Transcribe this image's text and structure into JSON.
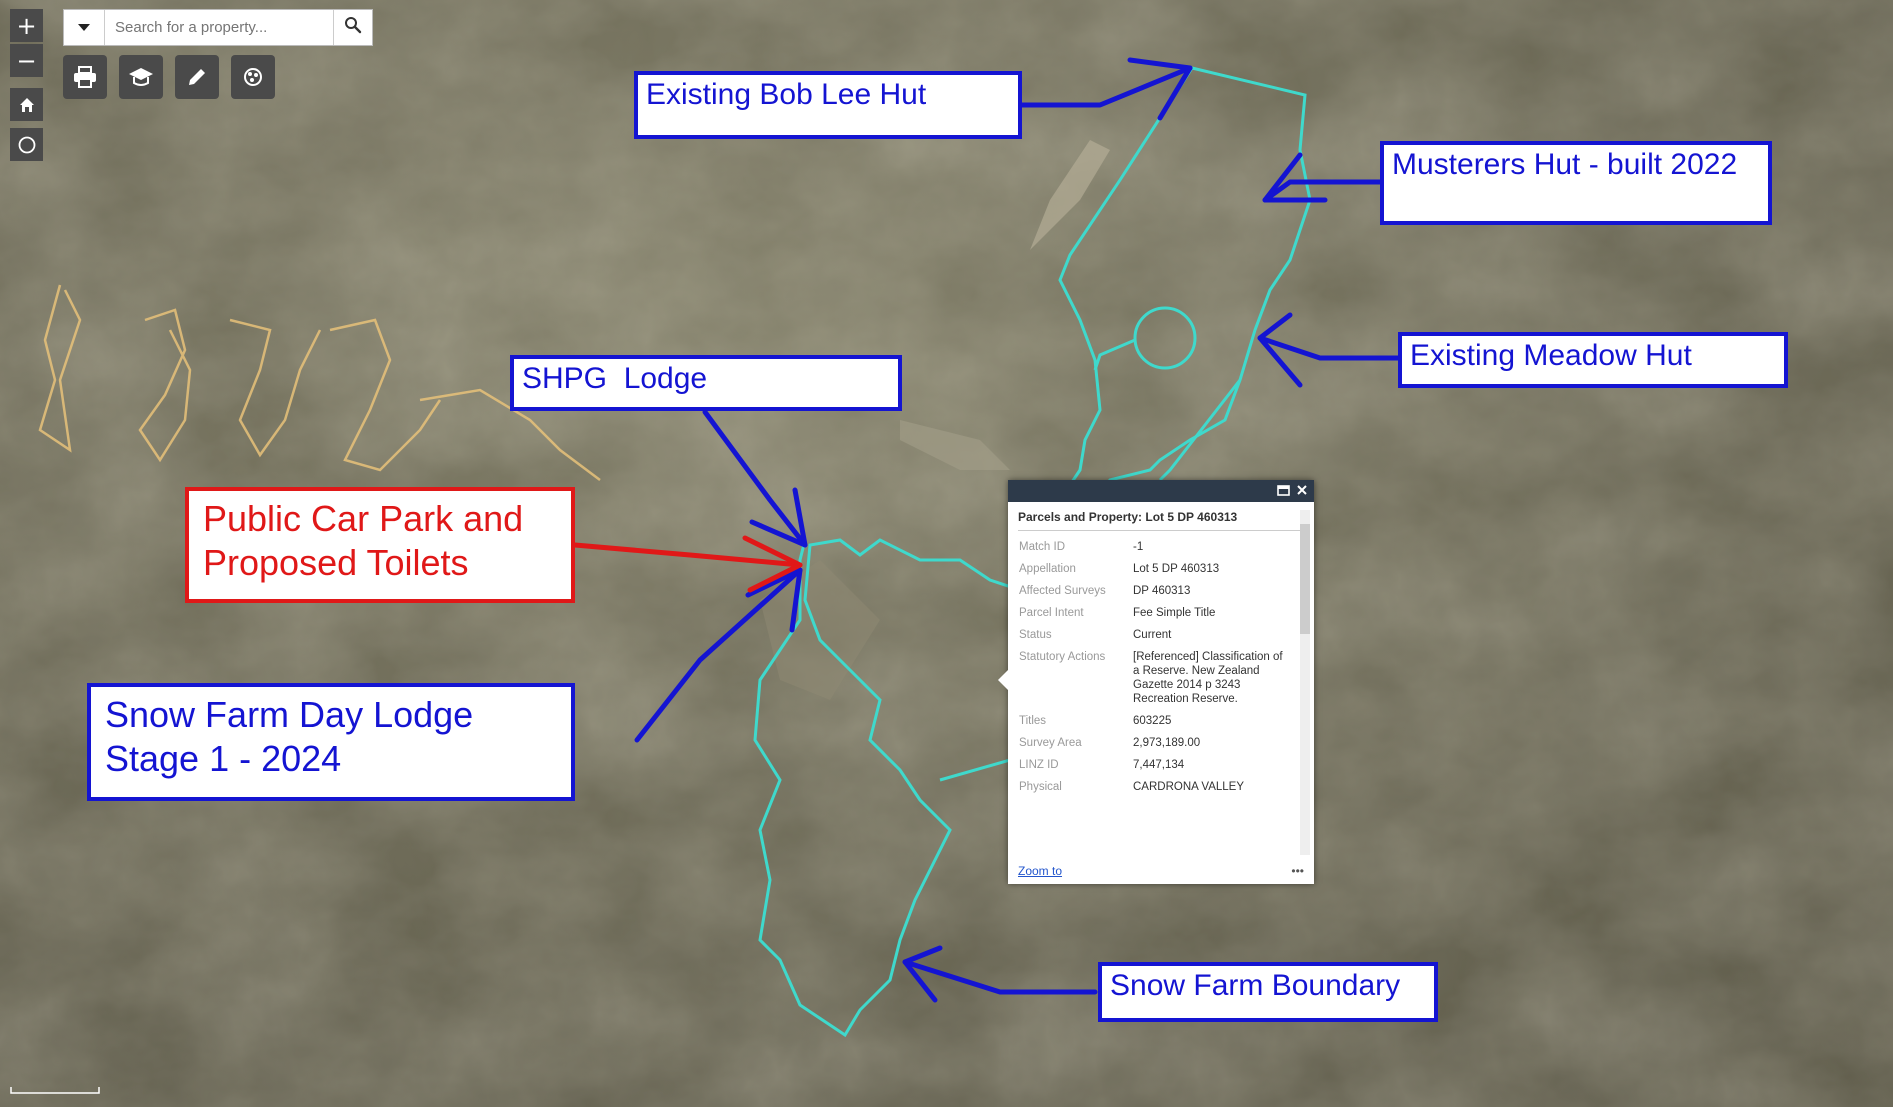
{
  "search": {
    "placeholder": "Search for a property..."
  },
  "toolbar": {
    "zoom_in": "+",
    "zoom_out": "−",
    "icons": [
      "print-icon",
      "graduation-cap-icon",
      "pencil-icon",
      "layers-icon"
    ]
  },
  "labels": {
    "bob_lee": "Existing Bob Lee Hut",
    "musterers": "Musterers Hut - built 2022",
    "meadow": "Existing Meadow Hut",
    "shpg": "SHPG  Lodge",
    "car_park_line1": "Public Car Park and",
    "car_park_line2": "Proposed Toilets",
    "day_lodge_line1": "Snow Farm Day Lodge",
    "day_lodge_line2": "Stage 1 - 2024",
    "boundary": "Snow Farm Boundary"
  },
  "popup": {
    "title": "Parcels and Property: Lot 5 DP 460313",
    "rows": [
      {
        "key": "Match ID",
        "value": "-1"
      },
      {
        "key": "Appellation",
        "value": "Lot 5 DP 460313"
      },
      {
        "key": "Affected Surveys",
        "value": "DP 460313"
      },
      {
        "key": "Parcel Intent",
        "value": "Fee Simple Title"
      },
      {
        "key": "Status",
        "value": "Current"
      },
      {
        "key": "Statutory Actions",
        "value": "[Referenced] Classification of a Reserve. New Zealand Gazette 2014 p 3243 Recreation Reserve."
      },
      {
        "key": "Titles",
        "value": "603225"
      },
      {
        "key": "Survey Area",
        "value": "2,973,189.00"
      },
      {
        "key": "LINZ ID",
        "value": "7,447,134"
      },
      {
        "key": "Physical",
        "value": "CARDRONA VALLEY"
      }
    ],
    "zoom_to": "Zoom to",
    "more": "•••"
  },
  "colors": {
    "label_blue": "#1414d2",
    "label_red": "#e01818",
    "boundary": "#3fd9cc",
    "roads": "#e8c27a"
  }
}
